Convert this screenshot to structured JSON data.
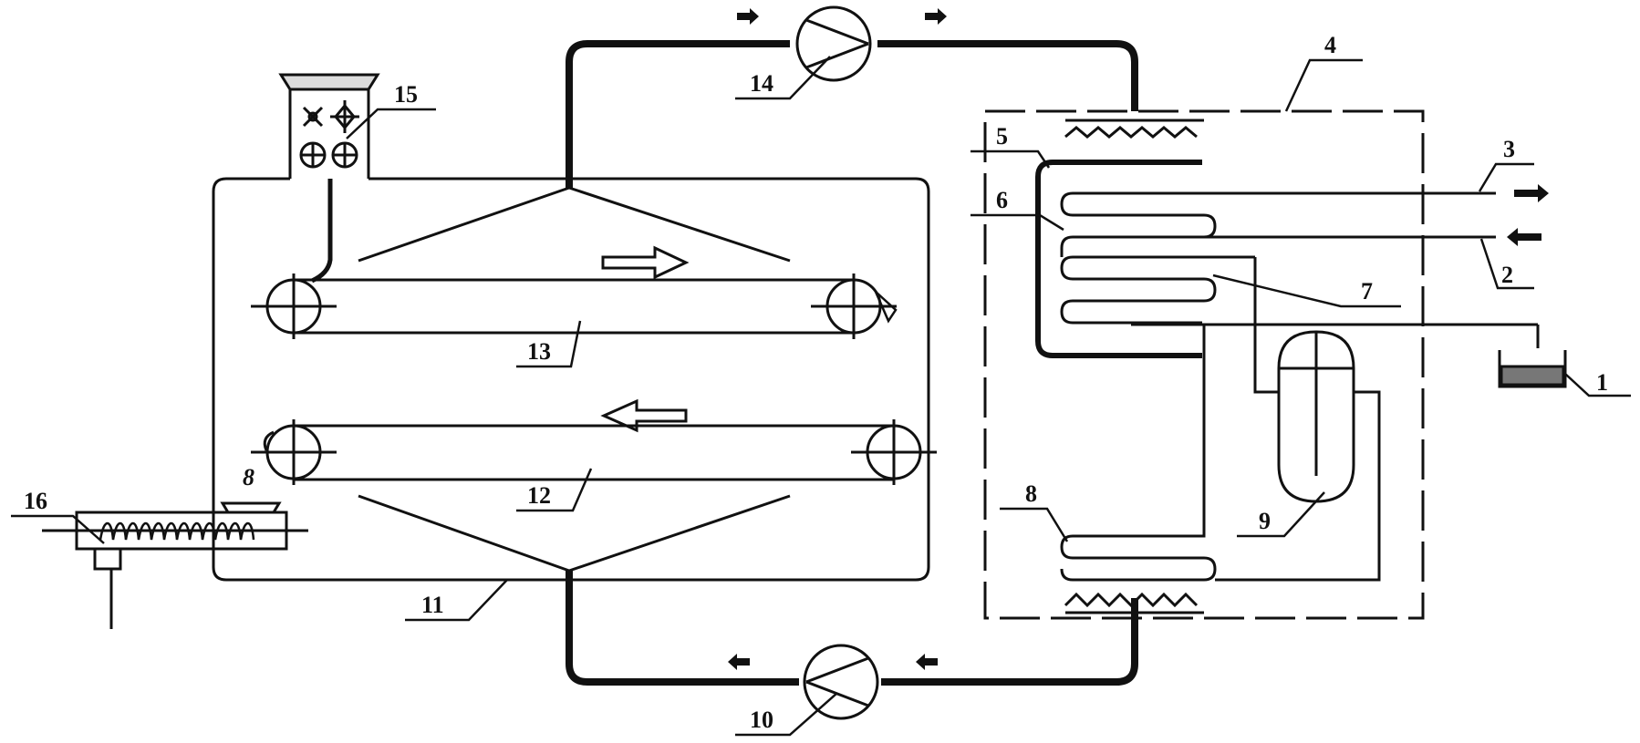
{
  "labels": {
    "n1": "1",
    "n2": "2",
    "n3": "3",
    "n4": "4",
    "n5": "5",
    "n6": "6",
    "n7": "7",
    "n8": "8",
    "n9": "9",
    "n10": "10",
    "n11": "11",
    "n12": "12",
    "n13": "13",
    "n14": "14",
    "n15": "15",
    "n16": "16"
  },
  "discharge_symbol": "8",
  "colors": {
    "line": "#111111",
    "background": "#ffffff"
  }
}
